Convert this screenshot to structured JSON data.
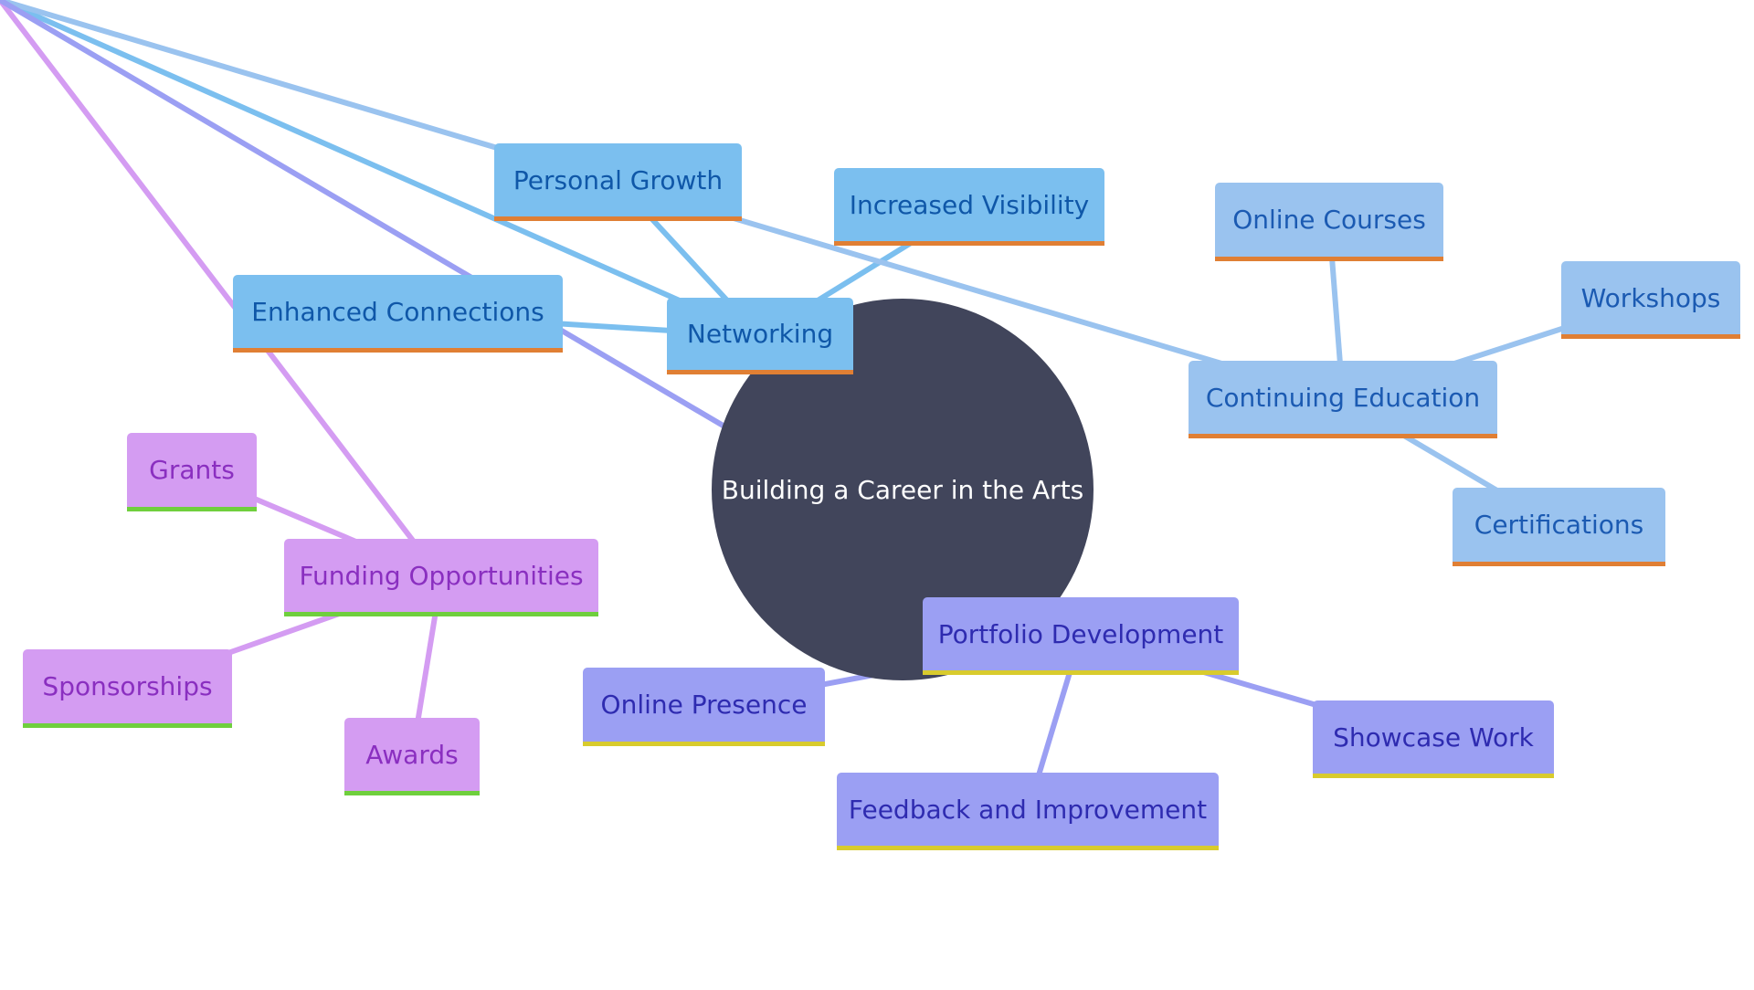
{
  "diagram": {
    "root": {
      "label": "Building a Career in the Arts",
      "fill": "#41455b",
      "text_color": "#ffffff"
    },
    "branches": [
      {
        "id": "networking",
        "label": "Networking",
        "fill": "#7bbfef",
        "border": "#e07f34",
        "text_color": "#0f57a8",
        "edge_color": "#7bbfef",
        "children": [
          {
            "id": "personal-growth",
            "label": "Personal Growth"
          },
          {
            "id": "increased-visibility",
            "label": "Increased Visibility"
          },
          {
            "id": "enhanced-connections",
            "label": "Enhanced Connections"
          }
        ]
      },
      {
        "id": "continuing-education",
        "label": "Continuing Education",
        "fill": "#9ac3ef",
        "border": "#e07f34",
        "text_color": "#1b5ab2",
        "edge_color": "#9ac3ef",
        "children": [
          {
            "id": "online-courses",
            "label": "Online Courses"
          },
          {
            "id": "workshops",
            "label": "Workshops"
          },
          {
            "id": "certifications",
            "label": "Certifications"
          }
        ]
      },
      {
        "id": "funding-opportunities",
        "label": "Funding Opportunities",
        "fill": "#d49cf2",
        "border": "#6fcf3d",
        "text_color": "#8a2fc0",
        "edge_color": "#d49cf2",
        "children": [
          {
            "id": "grants",
            "label": "Grants"
          },
          {
            "id": "sponsorships",
            "label": "Sponsorships"
          },
          {
            "id": "awards",
            "label": "Awards"
          }
        ]
      },
      {
        "id": "portfolio-development",
        "label": "Portfolio Development",
        "fill": "#9b9ff3",
        "border": "#d8cb2d",
        "text_color": "#2e2bb0",
        "edge_color": "#9b9ff3",
        "children": [
          {
            "id": "online-presence",
            "label": "Online Presence"
          },
          {
            "id": "showcase-work",
            "label": "Showcase Work"
          },
          {
            "id": "feedback-and-improvement",
            "label": "Feedback and Improvement"
          }
        ]
      }
    ]
  }
}
